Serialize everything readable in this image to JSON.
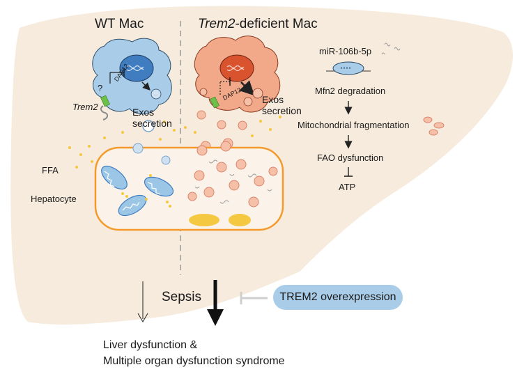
{
  "diagram": {
    "wt_title": "WT Mac",
    "trem_title_italic": "Trem2",
    "trem_title_rest": "-deficient Mac",
    "trem2_label": "Trem2",
    "question_mark": "?",
    "dap12_label": "DAP12",
    "exos_line1": "Exos",
    "exos_line2": "secretion",
    "ffa_label": "FFA",
    "hepatocyte_label": "Hepatocyte",
    "pathway": {
      "mirna": "miR-106b-5p",
      "step1": "Mfn2 degradation",
      "step2": "Mitochondrial fragmentation",
      "step3": "FAO dysfunction",
      "step4": "ATP"
    },
    "sepsis_label": "Sepsis",
    "overexpression_label": "TREM2 overexpression",
    "outcome_line1": "Liver dysfunction &",
    "outcome_line2": "Multiple organ dysfunction syndrome"
  },
  "colors": {
    "liver": "#f7ebdd",
    "wt_macrophage": "#a9cde8",
    "deficient_macrophage": "#f2a98a",
    "hepatocyte_border": "#f39a2b",
    "lipid": "#f5c842",
    "overexpression_pill": "#a9cde8"
  }
}
